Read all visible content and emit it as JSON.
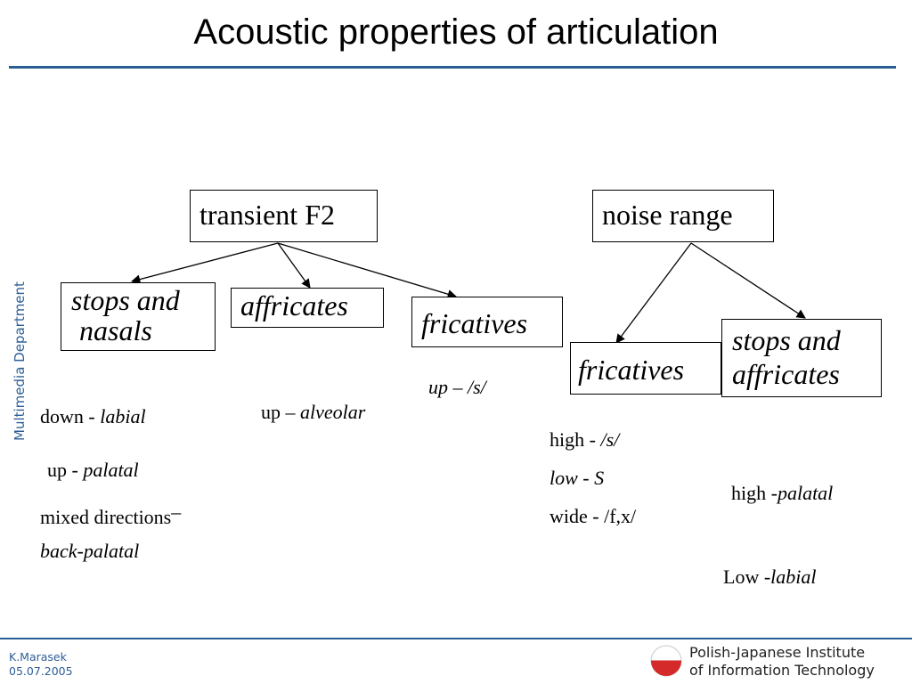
{
  "title": "Acoustic properties of articulation",
  "side_label": "Multimedia Department",
  "nodes": {
    "transient_f2": "transient F2",
    "noise_range": "noise range",
    "stops_nasals": [
      "stops and",
      "nasals"
    ],
    "affricates": "affricates",
    "fricatives_left": "fricatives",
    "fricatives_right": "fricatives",
    "stops_affricates": [
      "stops and",
      "affricates"
    ]
  },
  "labels": {
    "down_labial": {
      "plain": "down - ",
      "italic": "labial"
    },
    "up_palatal": {
      "plain": "up - ",
      "italic": "palatal"
    },
    "mixed_directions": {
      "plain": "mixed directions",
      "dash": "–"
    },
    "back_palatal": "back-palatal",
    "up_alveolar": {
      "plain": "up – ",
      "italic": "alveolar"
    },
    "up_s": {
      "italic": "up – /s/"
    },
    "high_s": {
      "plain": "high - ",
      "italic": "/s/"
    },
    "low_s": {
      "italic": "low - S"
    },
    "wide_fx": "wide - /f,x/",
    "high_palatal": {
      "plain": "high -",
      "italic": "palatal"
    },
    "low_labial": {
      "plain": "Low -",
      "italic": "labial"
    }
  },
  "footer": {
    "author": "K.Marasek",
    "date": "05.07.2005",
    "institute_line1": "Polish-Japanese Institute",
    "institute_line2": "of Information Technology"
  },
  "colors": {
    "accent_blue": "#2c5e96",
    "logo_red": "#d42a2a"
  }
}
